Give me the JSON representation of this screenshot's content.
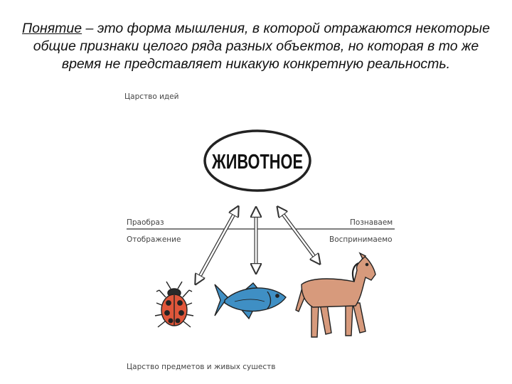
{
  "heading": {
    "term": "Понятие",
    "definition_rest": " – это форма мышления, в которой отражаются некоторые общие признаки целого ряда разных объектов, но которая в то же время не представляет никакую конкретную реальность."
  },
  "diagram": {
    "realm_ideas": "Царство идей",
    "concept": "ЖИВОТНОЕ",
    "prototype": "Праобраз",
    "reflection": "Отображение",
    "knowable": "Познаваем",
    "perceivable": "Воспринимаемо",
    "realm_objects": "Царство предметов и живых сушеств",
    "pictures": [
      "ladybug-icon",
      "fish-icon",
      "horse-icon"
    ],
    "colors": {
      "ladybug": "#e0563a",
      "fish": "#3f8fc4",
      "horse": "#d79a7c",
      "line": "#444444"
    }
  }
}
